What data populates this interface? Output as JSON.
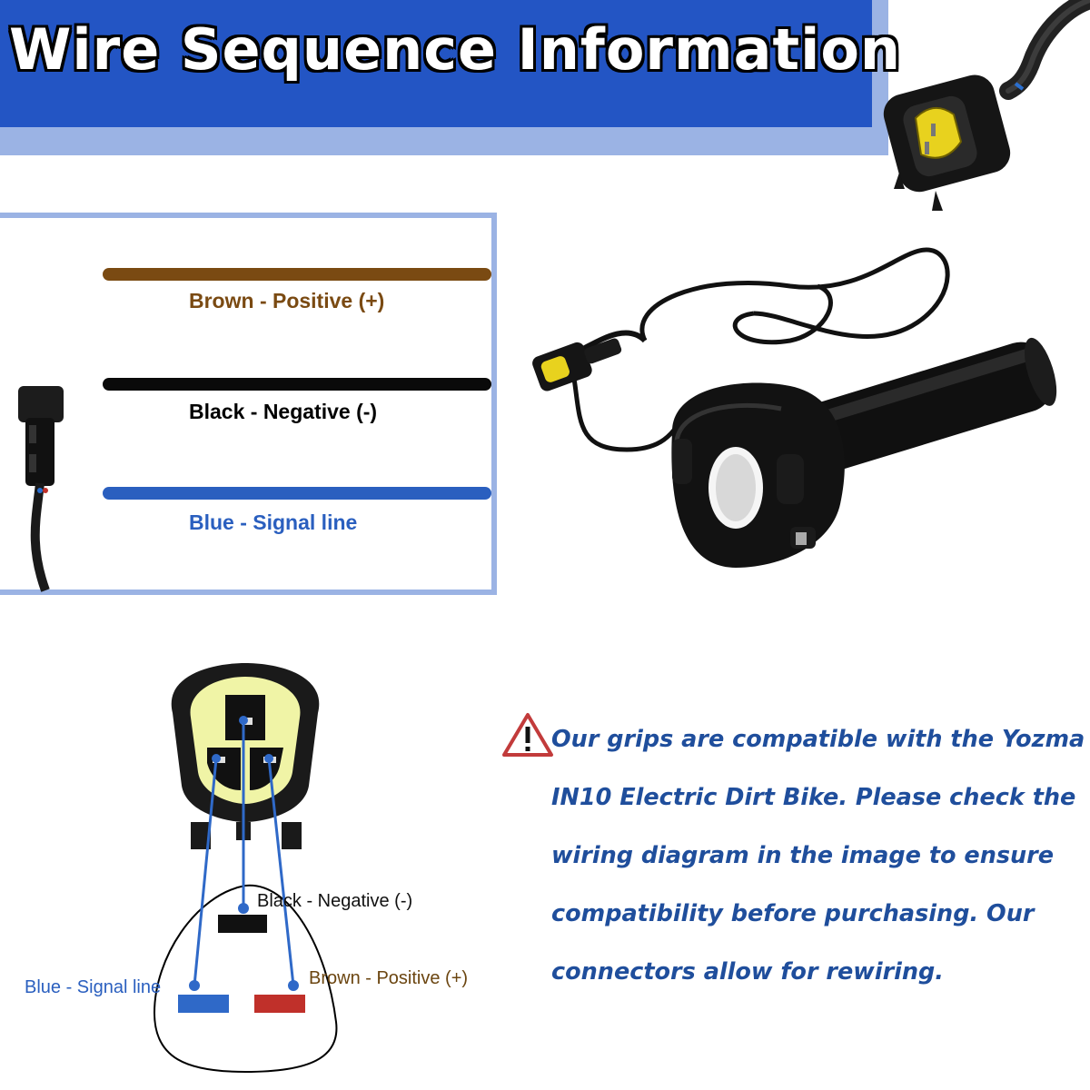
{
  "header": {
    "title": "Wire Sequence Information"
  },
  "wire_panel": {
    "wires": [
      {
        "label": "Brown - Positive (+)",
        "color": "#7a4a12"
      },
      {
        "label": "Black - Negative (-)",
        "color": "#0a0a0a"
      },
      {
        "label": "Blue - Signal line",
        "color": "#2a5fbf"
      }
    ]
  },
  "pinout": {
    "negative_label": "Black - Negative (-)",
    "positive_label": "Brown - Positive (+)",
    "signal_label": "Blue - Signal line",
    "colors": {
      "negative": "#111111",
      "positive": "#c0302a",
      "signal": "#2f69c8",
      "housing_insert": "#f0f4a6"
    }
  },
  "compatibility_note": {
    "icon": "warning-triangle-icon",
    "text": "Our grips are compatible with the Yozma IN10 Electric Dirt Bike. Please check the wiring diagram in the image to ensure compatibility before purchasing. Our connectors allow for rewiring."
  },
  "colors": {
    "header_blue": "#2355c4",
    "panel_border": "#9bb3e4",
    "note_text": "#1f4e9c",
    "brown_text": "#7a4a12",
    "blue_text": "#2a5fbf"
  }
}
